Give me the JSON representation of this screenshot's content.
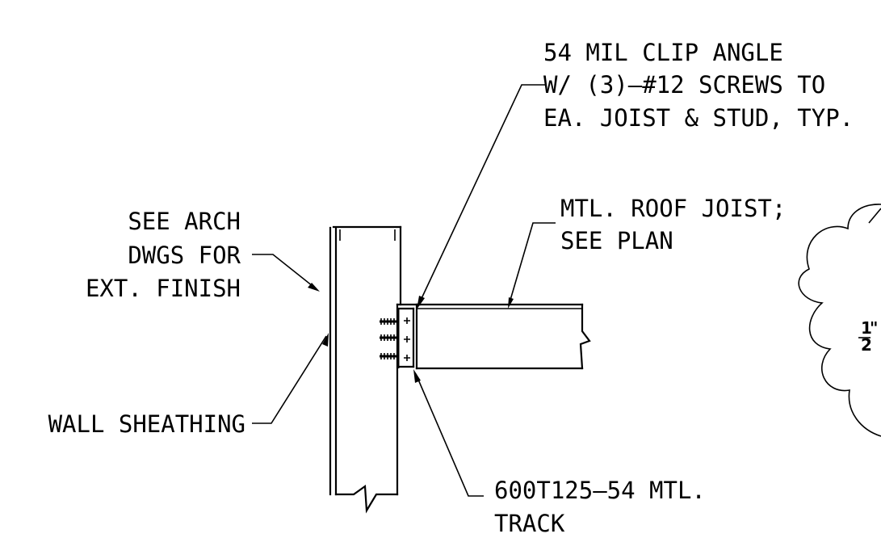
{
  "notes": {
    "clip_angle": [
      "54 MIL CLIP ANGLE",
      "W/ (3)–#12 SCREWS TO",
      "EA. JOIST & STUD, TYP."
    ],
    "roof_joist": [
      "MTL. ROOF JOIST;",
      "SEE PLAN"
    ],
    "arch_finish": [
      "SEE ARCH",
      "DWGS FOR",
      "EXT. FINISH"
    ],
    "wall_sheathing": [
      "WALL SHEATHING"
    ],
    "track": [
      "600T125–54 MTL.",
      "TRACK"
    ]
  },
  "revision_cloud": {
    "fraction_numerator": "1",
    "fraction_denominator": "2",
    "fraction_mark": "\""
  }
}
